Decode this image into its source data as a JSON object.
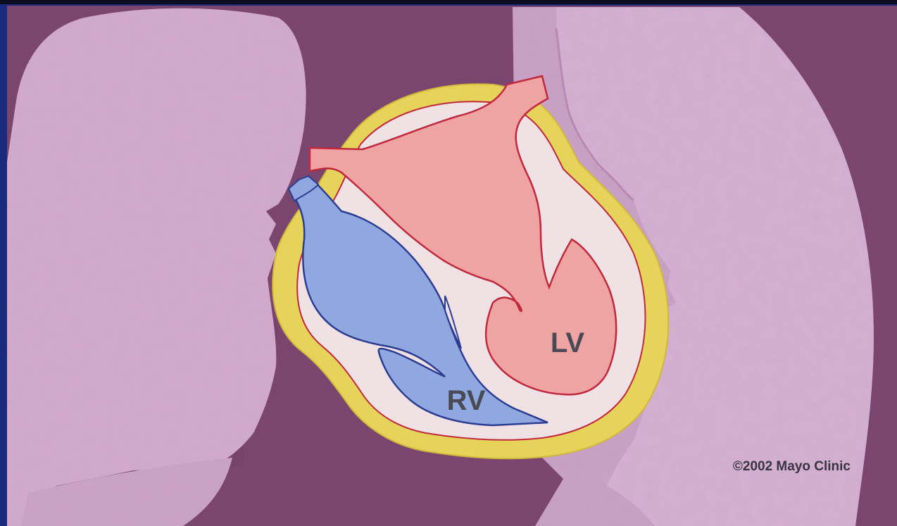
{
  "labels": {
    "left_ventricle": "LV",
    "right_ventricle": "RV"
  },
  "copyright": "©2002 Mayo Clinic",
  "colors": {
    "frame": "#1c2a7a",
    "background": "#7a4670",
    "lung": "#d3a9cf",
    "pericardium": "#e6d35a",
    "myocardium": "#f0e2e4",
    "oxygenated_blood": "#f0a3a3",
    "deoxygenated_blood": "#8fa8e0",
    "red_outline": "#c0283c",
    "blue_outline": "#2c3c92",
    "label_text": "#4a4a55"
  },
  "icons": {
    "left_lung": "lung-shape",
    "right_lung": "lung-shape",
    "heart": "heart-cross-section"
  }
}
